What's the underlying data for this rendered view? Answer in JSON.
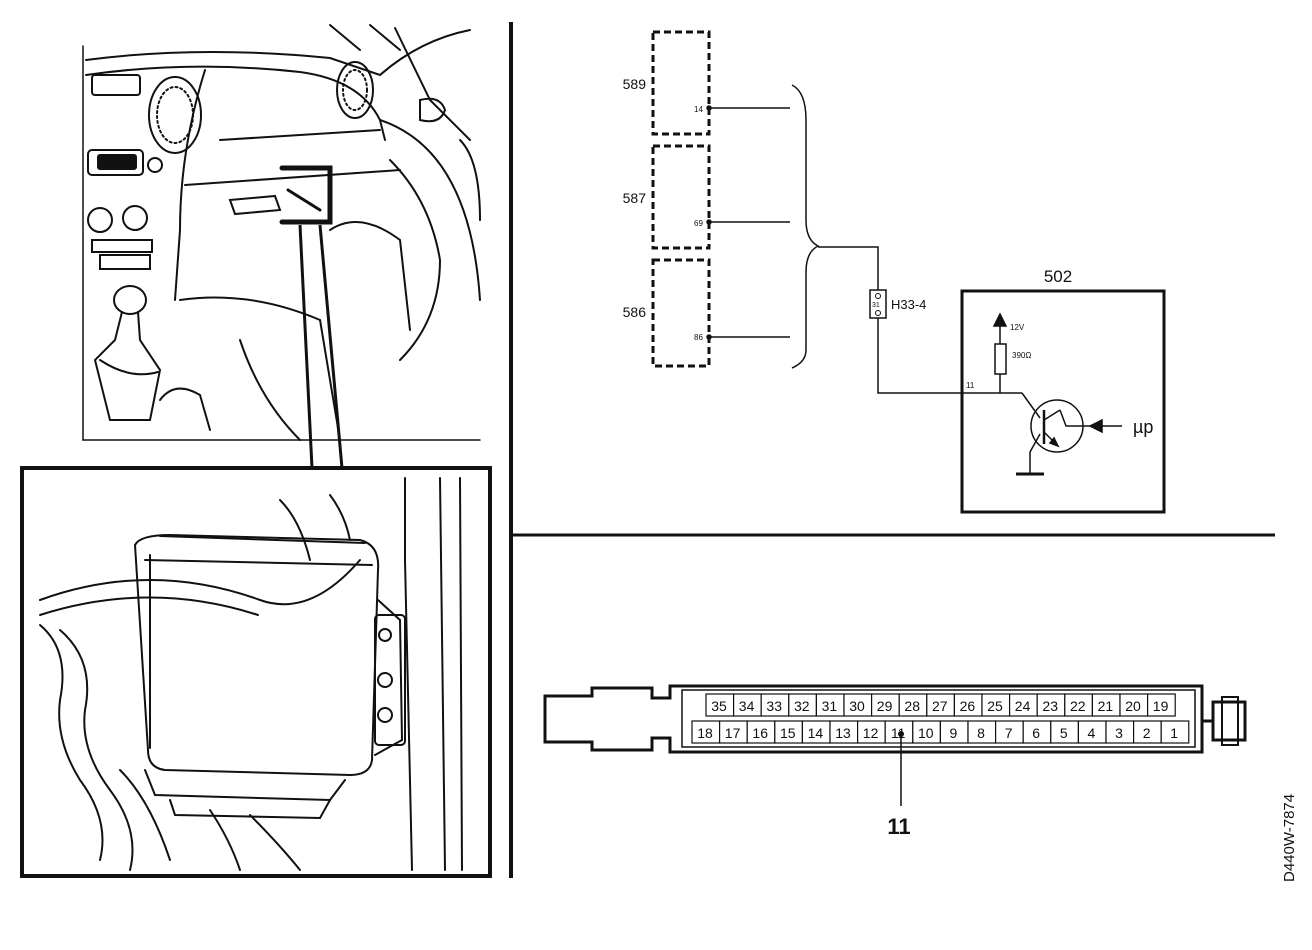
{
  "schematic": {
    "components": [
      {
        "id": "589",
        "pin": "14"
      },
      {
        "id": "587",
        "pin": "69"
      },
      {
        "id": "586",
        "pin": "86"
      }
    ],
    "connector": {
      "label": "H33-4",
      "pin": "31"
    },
    "module": {
      "id": "502",
      "supply": "12V",
      "resistor": "390Ω",
      "pin": "11",
      "output": "µp"
    }
  },
  "connector_view": {
    "top_row": [
      "35",
      "34",
      "33",
      "32",
      "31",
      "30",
      "29",
      "28",
      "27",
      "26",
      "25",
      "24",
      "23",
      "22",
      "21",
      "20",
      "19"
    ],
    "bottom_row": [
      "18",
      "17",
      "16",
      "15",
      "14",
      "13",
      "12",
      "11",
      "10",
      "9",
      "8",
      "7",
      "6",
      "5",
      "4",
      "3",
      "2",
      "1"
    ],
    "highlighted_pin": "11"
  },
  "figure_code": "D440W-7874"
}
